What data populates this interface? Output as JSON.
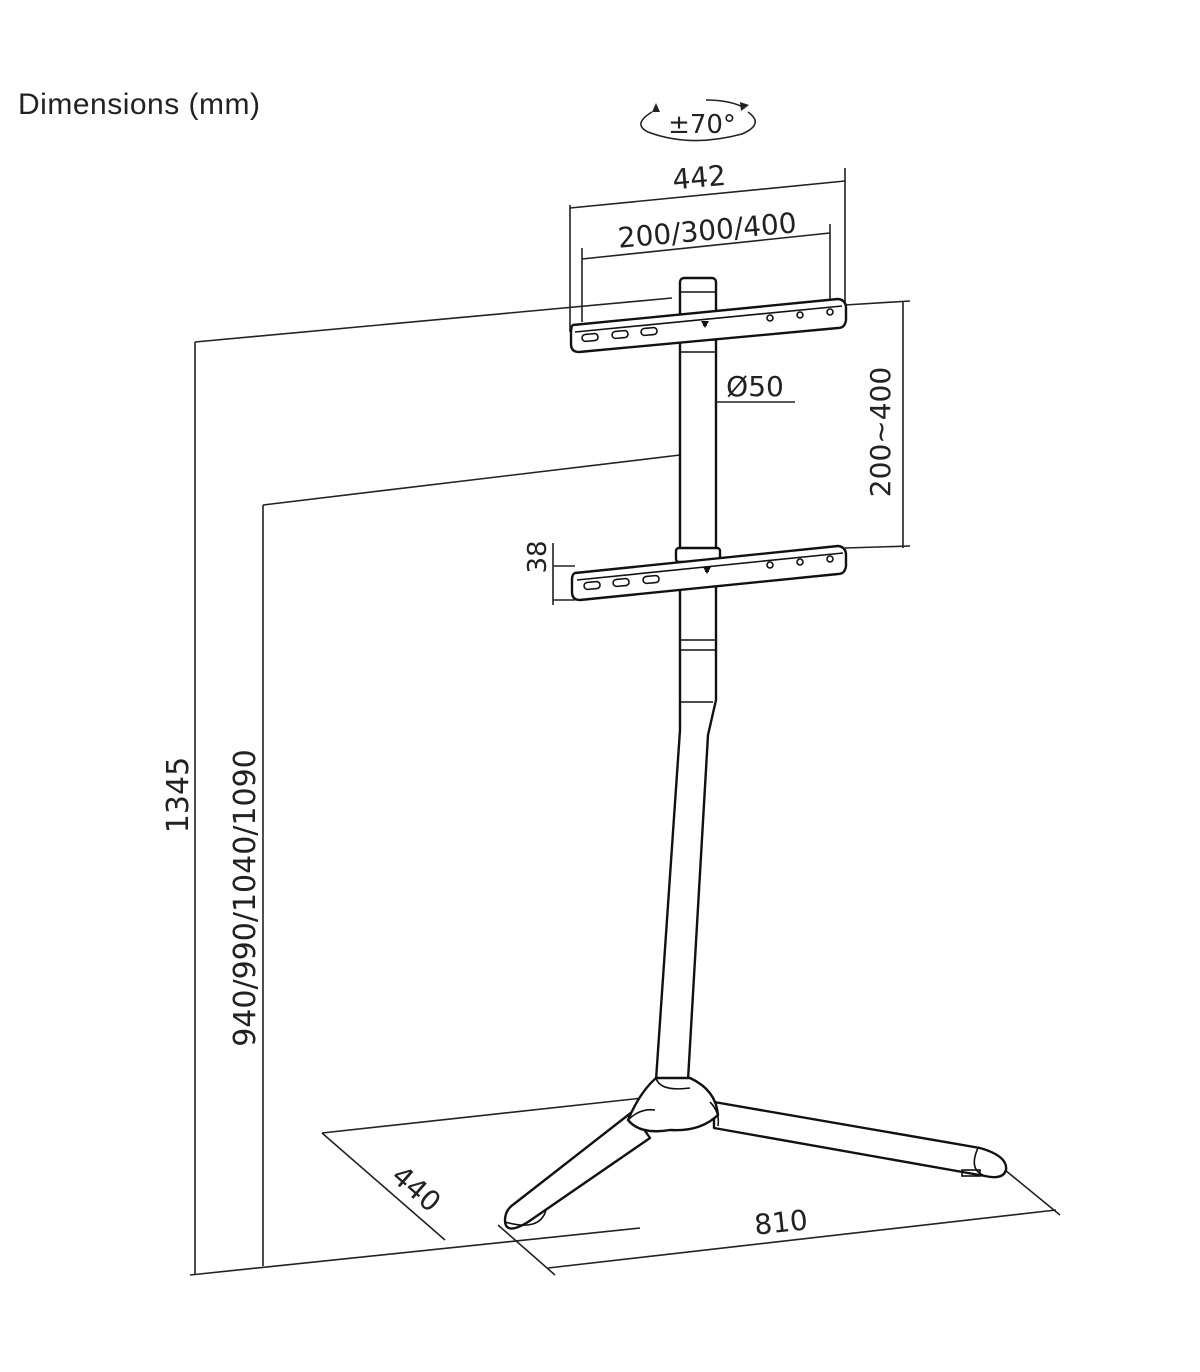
{
  "title": "Dimensions (mm)",
  "dimensions": {
    "rotation": "±70°",
    "bracket_width": "442",
    "vesa": "200/300/400",
    "pole_diameter": "Ø50",
    "vertical_adjust": "200~400",
    "bracket_height": "38",
    "total_height": "1345",
    "mount_heights": "940/990/1040/1090",
    "base_depth": "440",
    "base_width": "810"
  },
  "colors": {
    "line": "#111111",
    "text": "#222222",
    "background": "#ffffff"
  }
}
